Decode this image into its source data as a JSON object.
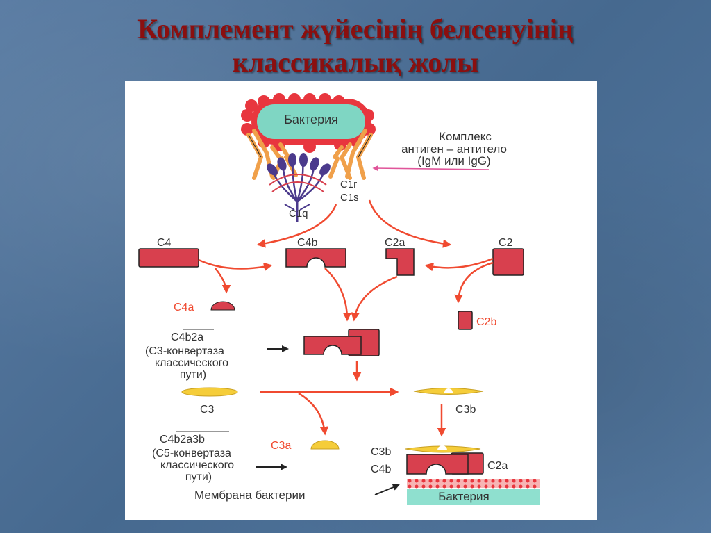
{
  "slide": {
    "title_line1": "Комплемент жүйесінің белсенуінің",
    "title_line2": "классикалық жолы"
  },
  "diagram": {
    "bacterium_label": "Бактерия",
    "complex_label_1": "Комплекс",
    "complex_label_2": "антиген – антитело",
    "complex_label_3": "(IgM или IgG)",
    "c1r": "C1r",
    "c1s": "C1s",
    "c1q": "C1q",
    "c4": "C4",
    "c4b": "C4b",
    "c2a": "C2a",
    "c2": "C2",
    "c4a": "C4a",
    "c2b": "C2b",
    "c4b2a": "C4b2a",
    "c3_convertase_1": "(C3-конвертаза",
    "c3_convertase_2": "классического",
    "c3_convertase_3": "пути)",
    "c3": "C3",
    "c3b": "C3b",
    "c3a": "C3a",
    "c4b2a3b": "C4b2a3b",
    "c5_convertase_1": "(C5-конвертаза",
    "c5_convertase_2": "классического",
    "c5_convertase_3": "пути)",
    "c3b_bottom": "C3b",
    "c4b_bottom": "C4b",
    "c2a_bottom": "C2a",
    "membrane_label": "Мембрана бактерии",
    "bacterium_bottom": "Бактерия"
  },
  "colors": {
    "title": "#8b0f0f",
    "protein": "#d8404e",
    "arrow": "#f04a30",
    "c3_fill": "#f5cd3a",
    "bacterium_fill": "#7fd6c3",
    "antibody": "#f0a04a",
    "c1q": "#4b3a8c",
    "pink_arrow": "#e0559a"
  }
}
